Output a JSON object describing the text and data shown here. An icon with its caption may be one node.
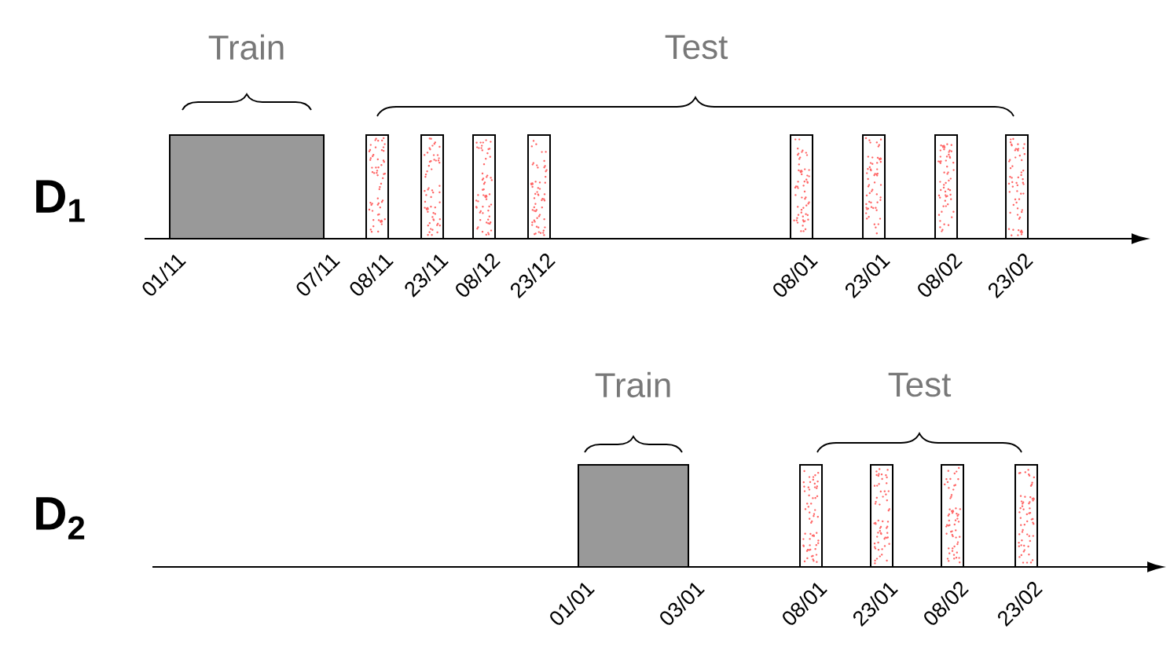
{
  "diagram": {
    "nodes": [
      {
        "text": [],
        "shape": "box"
      },
      {
        "text": [],
        "shape": "bar"
      },
      {
        "text": [],
        "shape": "bar"
      },
      {
        "text": [],
        "shape": "bar"
      },
      {
        "text": [],
        "shape": "bar"
      },
      {
        "text": [],
        "shape": "bar"
      },
      {
        "text": [],
        "shape": "bar"
      },
      {
        "text": [],
        "shape": "bar"
      },
      {
        "text": [],
        "shape": "bar"
      },
      {
        "text": [],
        "shape": "box"
      },
      {
        "text": [],
        "shape": "bar"
      },
      {
        "text": [],
        "shape": "bar"
      },
      {
        "text": [],
        "shape": "bar"
      },
      {
        "text": [],
        "shape": "bar"
      }
    ],
    "labels": [
      "Train",
      "Test",
      "D$_{1}$",
      "01/11",
      "07/11",
      "08/11",
      "23/11",
      "08/12",
      "23/12",
      "08/01",
      "23/01",
      "08/02",
      "23/02",
      "Train",
      "Test",
      "D$_{2}$",
      "01/01",
      "03/01",
      "08/01",
      "23/01",
      "08/02",
      "23/02"
    ]
  }
}
